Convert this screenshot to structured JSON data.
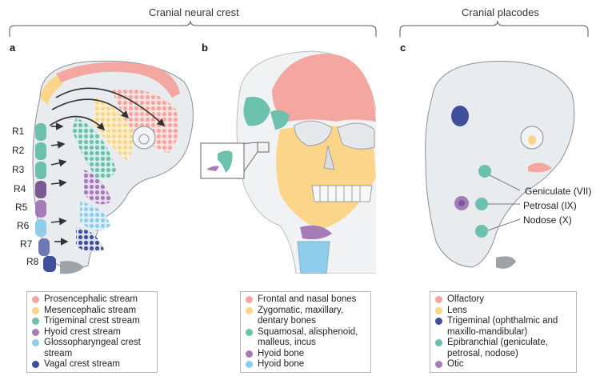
{
  "headers": {
    "neural_crest": "Cranial neural crest",
    "placodes": "Cranial placodes"
  },
  "panels": {
    "a": "a",
    "b": "b",
    "c": "c"
  },
  "rhombomeres": [
    "R1",
    "R2",
    "R3",
    "R4",
    "R5",
    "R6",
    "R7",
    "R8"
  ],
  "ganglia_labels": [
    "Geniculate (VII)",
    "Petrosal (IX)",
    "Nodose (X)"
  ],
  "colors": {
    "pink": "#f4a6a1",
    "yellow": "#fbd58a",
    "teal": "#6cc0ae",
    "purple": "#a57cb8",
    "lightblue": "#8fcdea",
    "navy": "#3f4f9a",
    "embryo": "#e9ecef",
    "skull": "#e6e9ec"
  },
  "legend_a": [
    {
      "label": "Prosencephalic stream",
      "color": "#f4a6a1"
    },
    {
      "label": "Mesencephalic stream",
      "color": "#fbd58a"
    },
    {
      "label": "Trigeminal crest stream",
      "color": "#6cc0ae"
    },
    {
      "label": "Hyoid crest stream",
      "color": "#a57cb8"
    },
    {
      "label": "Glossopharyngeal crest stream",
      "color": "#8fcdea"
    },
    {
      "label": "Vagal crest stream",
      "color": "#3f4f9a"
    }
  ],
  "legend_b": [
    {
      "label": "Frontal and nasal bones",
      "color": "#f4a6a1"
    },
    {
      "label": "Zygomatic, maxillary, dentary bones",
      "color": "#fbd58a"
    },
    {
      "label": "Squamosal, alisphenoid, malleus, incus",
      "color": "#6cc0ae"
    },
    {
      "label": "Hyoid bone",
      "color": "#a57cb8"
    },
    {
      "label": "Hyoid bone",
      "color": "#8fcdea"
    }
  ],
  "legend_c": [
    {
      "label": "Olfactory",
      "color": "#f4a6a1"
    },
    {
      "label": "Lens",
      "color": "#fbd58a"
    },
    {
      "label": "Trigeminal (ophthalmic and maxillo-mandibular)",
      "color": "#3f4f9a"
    },
    {
      "label": "Epibranchial (geniculate, petrosal, nodose)",
      "color": "#6cc0ae"
    },
    {
      "label": "Otic",
      "color": "#a57cb8"
    }
  ]
}
